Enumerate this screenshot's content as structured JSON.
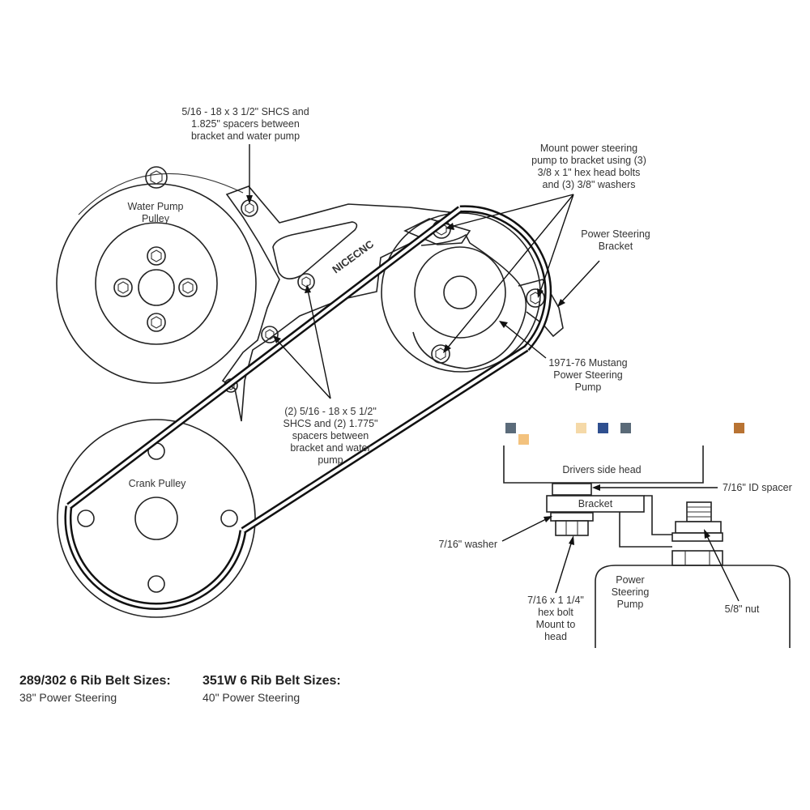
{
  "labels": {
    "shcs_top": [
      "5/16 - 18 x 3 1/2\" SHCS and",
      "1.825\" spacers between",
      "bracket and water pump"
    ],
    "mount_ps": [
      "Mount power steering",
      "pump to bracket using  (3)",
      "3/8 x 1\" hex head bolts",
      "and (3) 3/8\" washers"
    ],
    "ps_bracket": [
      "Power Steering",
      "Bracket"
    ],
    "water_pump_pulley": [
      "Water Pump",
      "Pulley"
    ],
    "logo": "NICECNC",
    "mustang": [
      "1971-76 Mustang",
      "Power Steering",
      "Pump"
    ],
    "shcs_bottom": [
      "(2) 5/16 - 18 x 5 1/2\"",
      "SHCS and (2) 1.775\"",
      "spacers between",
      "bracket and water",
      "pump"
    ],
    "crank_pulley": "Crank Pulley",
    "drivers_side_head": "Drivers side head",
    "id_spacer": "7/16\" ID spacer",
    "bracket": "Bracket",
    "washer": "7/16\" washer",
    "hex_bolt": [
      "7/16 x 1 1/4\"",
      "hex bolt",
      "Mount to",
      "head"
    ],
    "ps_pump": [
      "Power",
      "Steering",
      "Pump"
    ],
    "nut": "5/8\" nut"
  },
  "belt_sizes": [
    {
      "heading": "289/302 6 Rib Belt Sizes:",
      "size": "38\" Power Steering"
    },
    {
      "heading": "351W 6 Rib Belt Sizes:",
      "size": "40\" Power Steering"
    }
  ],
  "swatches": [
    "#5b6b7a",
    "#f3c27e",
    "#f5d9a8",
    "#2f4f8f",
    "#5a6a78",
    "#b87333"
  ]
}
